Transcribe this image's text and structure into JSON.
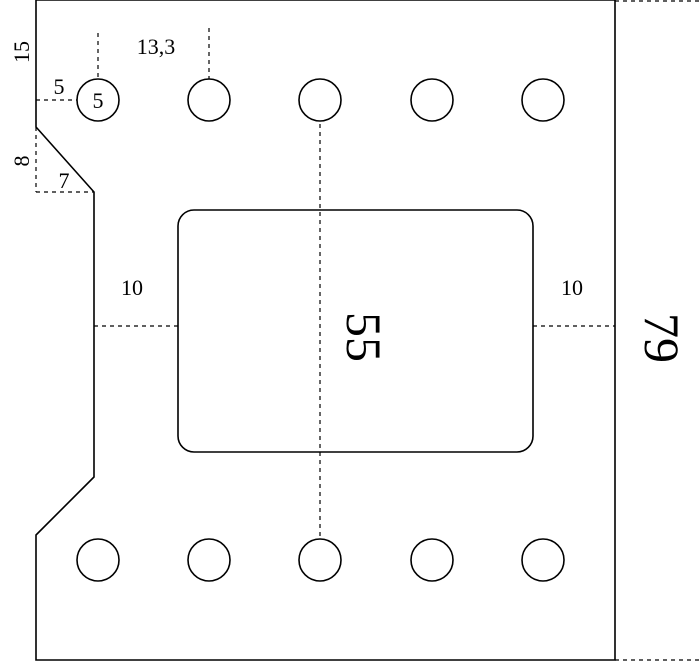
{
  "drawing": {
    "dimension_labels": {
      "top_offset": "15",
      "hole_pitch": "13,3",
      "side_offset": "5",
      "hole_diameter": "5",
      "chamfer_height": "8",
      "chamfer_width": "7",
      "left_margin": "10",
      "right_margin": "10",
      "window_height": "55",
      "overall_height": "79"
    },
    "hole_rows": {
      "top_count": 5,
      "bottom_count": 5
    }
  }
}
